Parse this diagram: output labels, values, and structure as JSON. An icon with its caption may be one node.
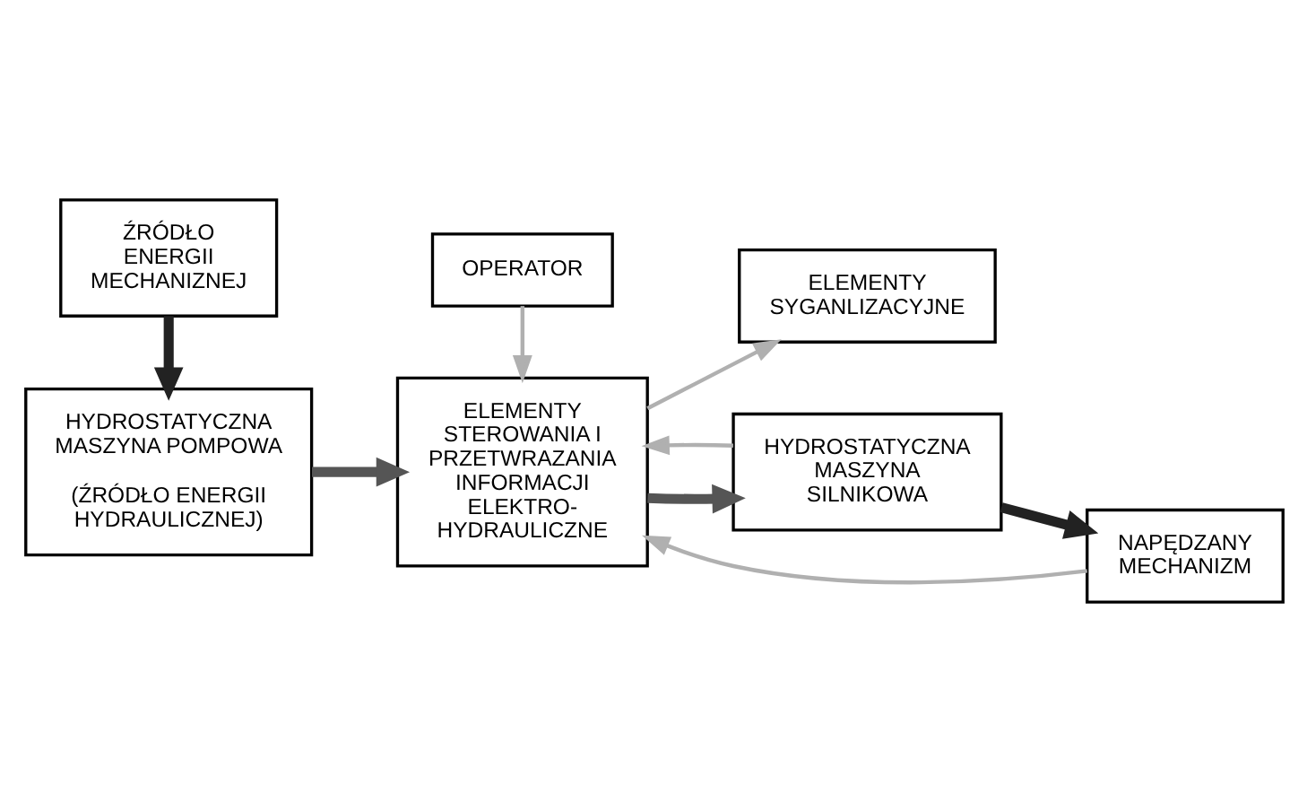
{
  "diagram": {
    "nodes": [
      {
        "text": [
          "ŹRÓDŁO ENERGII MECHANIZNEJ"
        ]
      },
      {
        "text": [
          "OPERATOR"
        ]
      },
      {
        "text": [
          "HYDROSTATYCZNA MASZYNA POMPOWA",
          "(ŹRÓDŁO ENERGII HYDRAULICZNEJ)"
        ]
      },
      {
        "text": [
          "ELEMENTY STEROWANIA I PRZETWRAZANIA INFORMACJI ELEKTRO- HYDRAULICZNE"
        ]
      },
      {
        "text": [
          "ELEMENTY SYGANLIZACYJNE"
        ]
      },
      {
        "text": [
          "HYDROSTATYCZNA MASZYNA SILNIKOWA"
        ]
      },
      {
        "text": [
          "NAPĘDZANY MECHANIZM"
        ]
      }
    ],
    "edges": [
      {
        "from": 0,
        "to": 2,
        "arrow": "to",
        "style": "thick",
        "color": "#222222"
      },
      {
        "from": 1,
        "to": 3,
        "arrow": "to",
        "color": "#b0b0b0"
      },
      {
        "from": 6,
        "to": 3,
        "arrow": "to",
        "color": "#b0b0b0"
      },
      {
        "from": 2,
        "to": 3,
        "arrow": "to",
        "style": "thick",
        "color": "#555555"
      },
      {
        "from": 3,
        "to": 4,
        "arrow": "to",
        "color": "#b0b0b0"
      },
      {
        "from": 3,
        "to": 5,
        "arrow": "to",
        "style": "thick",
        "color": "#555555"
      },
      {
        "from": 5,
        "to": 6,
        "arrow": "to",
        "style": "thick",
        "color": "#222222"
      },
      {
        "from": 5,
        "to": 3,
        "arrow": "to",
        "color": "#b0b0b0"
      }
    ]
  }
}
